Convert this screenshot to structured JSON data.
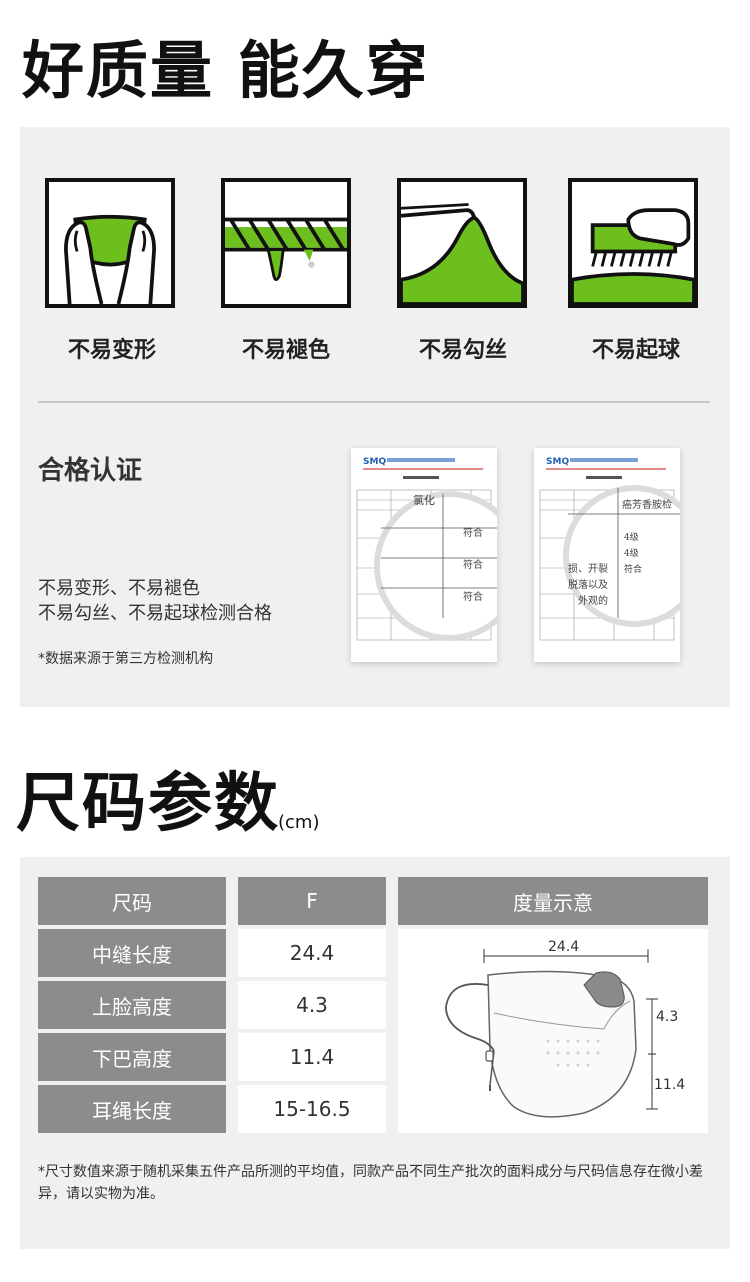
{
  "quality": {
    "title": "好质量 能久穿",
    "features": [
      {
        "label": "不易变形",
        "icon": "stretch-hands-icon"
      },
      {
        "label": "不易褪色",
        "icon": "dripping-rope-icon"
      },
      {
        "label": "不易勾丝",
        "icon": "snag-hook-icon"
      },
      {
        "label": "不易起球",
        "icon": "brush-hand-icon"
      }
    ],
    "colors": {
      "accent": "#6cbf1d",
      "panel": "#f0f0f0",
      "ink": "#111111"
    }
  },
  "certification": {
    "title": "合格认证",
    "lines": [
      "不易变形、不易褪色",
      "不易勾丝、不易起球检测合格"
    ],
    "note": "*数据来源于第三方检测机构",
    "reports": [
      {
        "logo": "SMQ",
        "zoom_text": [
          "氯化",
          "符合",
          "符合",
          "符合"
        ]
      },
      {
        "logo": "SMQ",
        "zoom_text": [
          "癌芳香胺检",
          "4级",
          "4级",
          "符合",
          "损、开裂",
          "脱落以及",
          "外观的"
        ]
      }
    ]
  },
  "size": {
    "title": "尺码参数",
    "unit": "(cm)",
    "headers": {
      "name": "尺码",
      "value": "F",
      "diagram": "度量示意"
    },
    "rows": [
      {
        "name": "中缝长度",
        "value": "24.4"
      },
      {
        "name": "上脸高度",
        "value": "4.3"
      },
      {
        "name": "下巴高度",
        "value": "11.4"
      },
      {
        "name": "耳绳长度",
        "value": "15-16.5"
      }
    ],
    "diagram_labels": {
      "width": "24.4",
      "upper": "4.3",
      "lower": "11.4"
    },
    "note": "*尺寸数值来源于随机采集五件产品所测的平均值，同款产品不同生产批次的面料成分与尺码信息存在微小差异，请以实物为准。"
  }
}
